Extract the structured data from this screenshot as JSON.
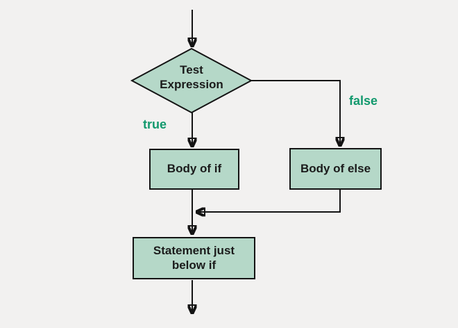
{
  "nodes": {
    "decision": {
      "label": "Test\nExpression",
      "shape": "diamond"
    },
    "body_if": {
      "label": "Body of if",
      "shape": "rect"
    },
    "body_else": {
      "label": "Body of else",
      "shape": "rect"
    },
    "statement": {
      "label": "Statement just\nbelow if",
      "shape": "rect"
    }
  },
  "branch_labels": {
    "true_label": "true",
    "false_label": "false"
  },
  "colors": {
    "node_fill": "#b5d8c8",
    "node_border": "#141414",
    "connector": "#141414",
    "branch_label_text": "#12996d",
    "node_text": "#1b1b1b",
    "background": "#f2f1f0"
  }
}
